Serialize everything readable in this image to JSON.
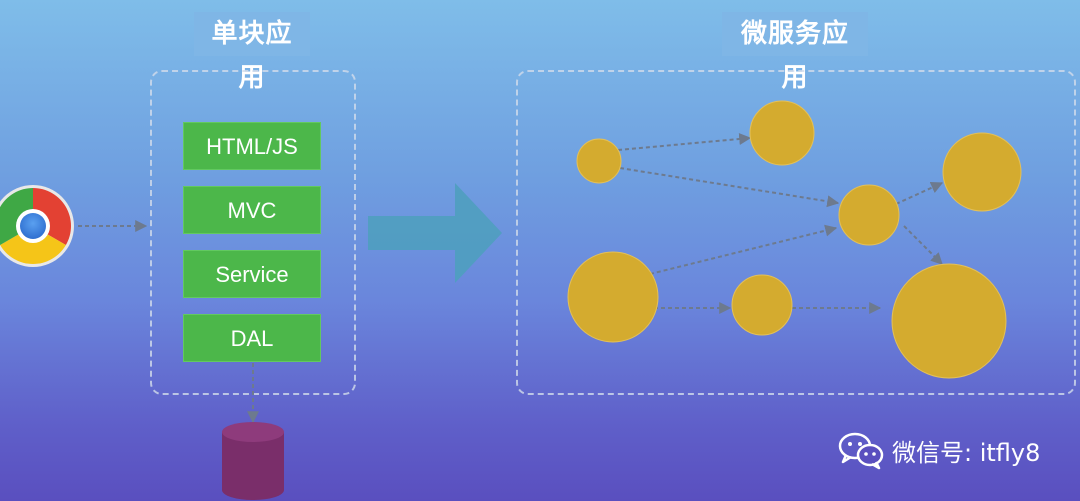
{
  "titles": {
    "monolith": "单块应用",
    "microservices": "微服务应用"
  },
  "monolith_layers": [
    "HTML/JS",
    "MVC",
    "Service",
    "DAL"
  ],
  "watermark": {
    "text": "微信号: itfly8"
  },
  "colors": {
    "layer": "#4cb74a",
    "service_node": "#d4ab2f",
    "big_arrow": "#4f9fbf",
    "database": "#7a2e6a"
  },
  "icons": {
    "browser": "chrome-browser-icon",
    "database": "database-cylinder-icon",
    "wechat": "wechat-icon"
  }
}
